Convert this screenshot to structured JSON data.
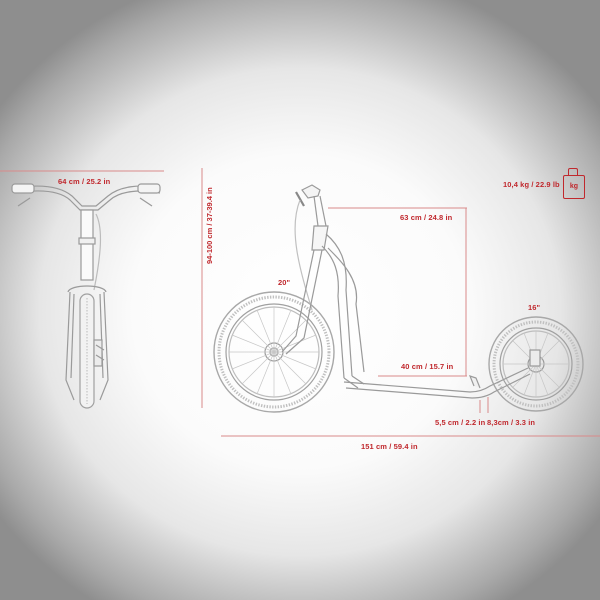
{
  "product": "Kick scooter dimensions diagram",
  "accent_color": "#c0282d",
  "line_color": "#d98a8a",
  "drawing_color": "#8a8a8a",
  "dimensions": {
    "handlebar_width": "64 cm / 25.2 in",
    "height_range": "94-100 cm / 37-39.4 in",
    "handlebar_to_deck_reach": "63 cm / 24.8 in",
    "deck_length": "40 cm / 15.7 in",
    "deck_clearance_front": "5,5 cm / 2.2 in",
    "deck_clearance_rear": "8,3cm / 3.3 in",
    "total_length": "151 cm / 59.4 in"
  },
  "wheels": {
    "front": "20\"",
    "rear": "16\""
  },
  "weight": {
    "value": "10,4 kg / 22.9 lb",
    "icon_label": "kg",
    "icon": "weight-icon"
  },
  "views": {
    "front_view": "front-view-drawing",
    "side_view": "side-view-drawing"
  }
}
